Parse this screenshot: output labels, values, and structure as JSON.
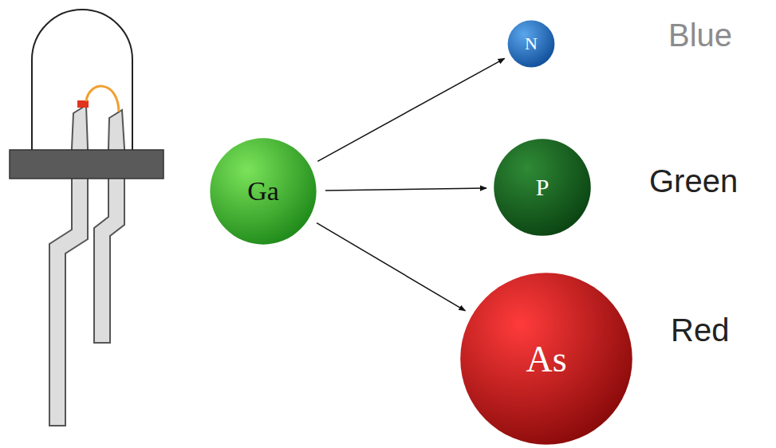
{
  "diagram": {
    "nodes": [
      {
        "text": [
          "Ga"
        ]
      },
      {
        "text": [
          "N"
        ]
      },
      {
        "text": [
          "P"
        ]
      },
      {
        "text": [
          "As"
        ]
      }
    ],
    "edges": [
      {
        "from": 0,
        "to": 1,
        "arrow": "to"
      },
      {
        "from": 0,
        "to": 2,
        "arrow": "to"
      },
      {
        "from": 0,
        "to": 3,
        "arrow": "to"
      }
    ],
    "labels": [
      "Blue",
      "Green",
      "Red"
    ]
  }
}
